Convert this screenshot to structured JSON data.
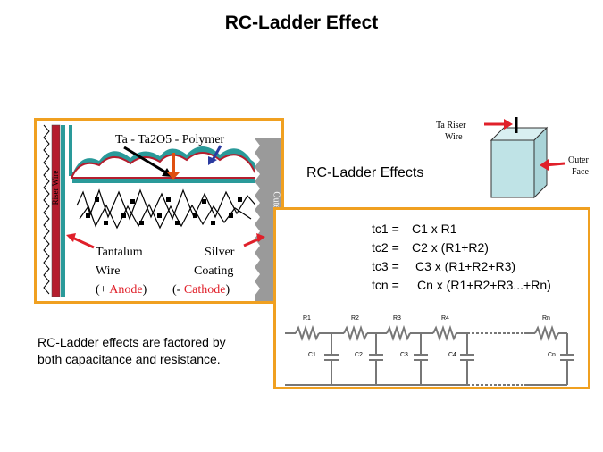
{
  "title": "RC-Ladder Effect",
  "capacitor": {
    "layers_label": "Ta - Ta2O5 - Polymer",
    "riser_wire_label": "Riser Wire",
    "outer_face_label": "Outer Face",
    "tantalum_label_1": "Tantalum",
    "tantalum_label_2": "Wire",
    "anode_prefix": "(+",
    "anode_word": "Anode",
    "anode_suffix": ")",
    "silver_label_1": "Silver",
    "silver_label_2": "Coating",
    "cathode_prefix": "(-",
    "cathode_word": "Cathode",
    "cathode_suffix": ")"
  },
  "cube": {
    "riser_label_1": "Ta Riser",
    "riser_label_2": "Wire",
    "outer_label_1": "Outer",
    "outer_label_2": "Face"
  },
  "rc_heading": "RC-Ladder Effects",
  "equations": [
    {
      "lhs": "tc1 =",
      "rhs": "C1 x R1"
    },
    {
      "lhs": "tc2 =",
      "rhs": "C2 x (R1+R2)"
    },
    {
      "lhs": "tc3 =",
      "rhs": "C3 x (R1+R2+R3)"
    },
    {
      "lhs": "tcn =",
      "rhs": "Cn x (R1+R2+R3...+Rn)"
    }
  ],
  "ladder": {
    "resistors": [
      "R1",
      "R2",
      "R3",
      "R4",
      "Rn"
    ],
    "capacitors": [
      "C1",
      "C2",
      "C3",
      "C4",
      "Cn"
    ]
  },
  "note": "RC-Ladder effects are factored by both capacitance and resistance.",
  "colors": {
    "frame": "#f0a020",
    "arrow_red": "#e0202a",
    "wire_teal": "#2a9a9a",
    "cube_face": "#bfe3e6"
  }
}
